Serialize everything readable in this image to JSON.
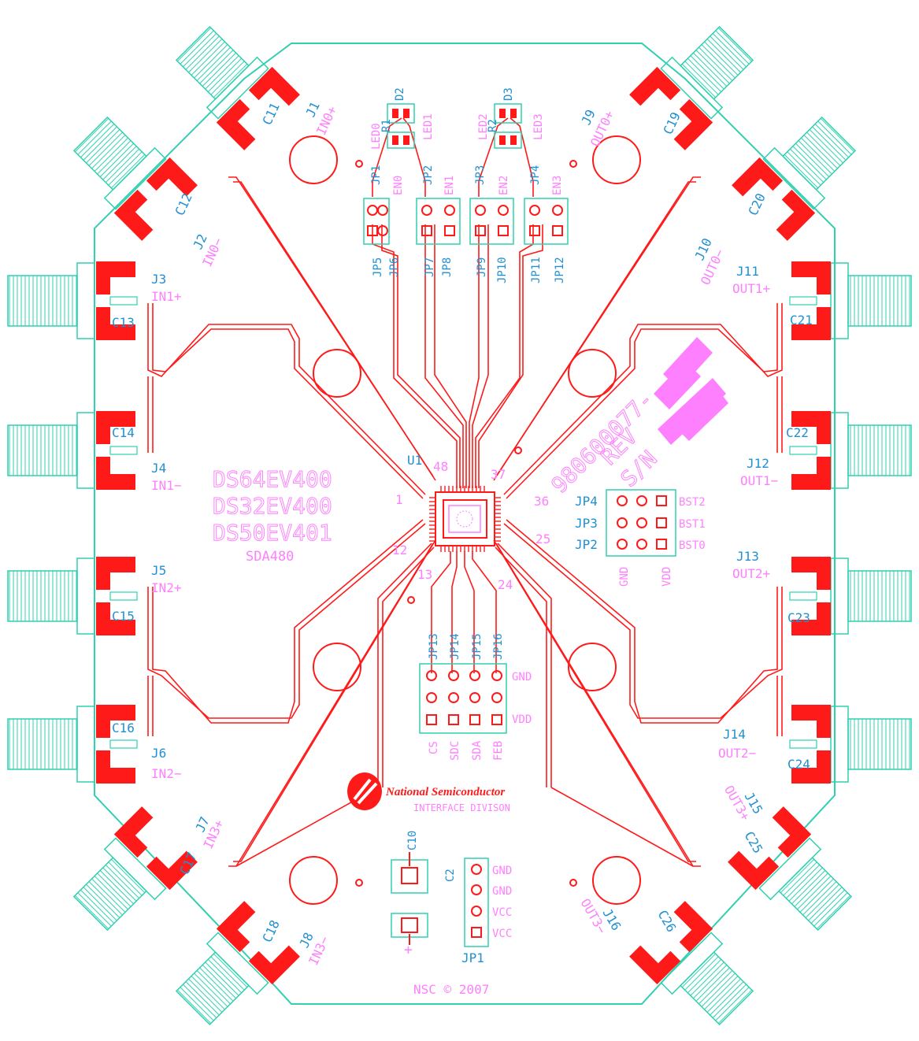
{
  "part_numbers": [
    "DS64EV400",
    "DS32EV400",
    "DS50EV401"
  ],
  "sda_label": "SDA480",
  "u1_label": "U1",
  "pin_numbers": [
    "48",
    "37",
    "1",
    "36",
    "12",
    "25",
    "13",
    "24"
  ],
  "serial_text": "980600077-",
  "rev_text": "REV",
  "sn_text": "S/N",
  "company_name": "National Semiconductor",
  "division": "INTERFACE DIVISON",
  "copyright": "NSC © 2007",
  "left_connectors": [
    {
      "ref": "J3",
      "net": "IN1+",
      "cap": "C13"
    },
    {
      "ref": "J4",
      "net": "IN1−",
      "cap": "C14"
    },
    {
      "ref": "J5",
      "net": "IN2+",
      "cap": "C15"
    },
    {
      "ref": "J6",
      "net": "IN2−",
      "cap": "C16"
    }
  ],
  "right_connectors": [
    {
      "ref": "J11",
      "net": "OUT1+",
      "cap": "C21"
    },
    {
      "ref": "J12",
      "net": "OUT1−",
      "cap": "C22"
    },
    {
      "ref": "J13",
      "net": "OUT2+",
      "cap": "C23"
    },
    {
      "ref": "J14",
      "net": "OUT2−",
      "cap": "C24"
    }
  ],
  "corner_connectors": [
    {
      "ref": "J1",
      "net": "IN0+",
      "cap": "C11"
    },
    {
      "ref": "J2",
      "net": "IN0−",
      "cap": "C12"
    },
    {
      "ref": "J7",
      "net": "IN3+",
      "cap": "C17"
    },
    {
      "ref": "J8",
      "net": "IN3−",
      "cap": "C18"
    },
    {
      "ref": "J9",
      "net": "OUT0+",
      "cap": "C19"
    },
    {
      "ref": "J10",
      "net": "OUT0−",
      "cap": "C20"
    },
    {
      "ref": "J15",
      "net": "OUT3+",
      "cap": "C25"
    },
    {
      "ref": "J16",
      "net": "OUT3−",
      "cap": "C26"
    }
  ],
  "top_leds": [
    "D2",
    "D3"
  ],
  "top_resistors": [
    "R1",
    "R2"
  ],
  "top_led_nets": [
    "LED0",
    "LED1",
    "LED2",
    "LED3"
  ],
  "top_jumpers_upper": [
    "JP1",
    "JP2",
    "JP3",
    "JP4"
  ],
  "top_enable_nets": [
    "EN0",
    "EN1",
    "EN2",
    "EN3"
  ],
  "top_jumpers_lower": [
    "JP5",
    "JP6",
    "JP7",
    "JP8",
    "JP9",
    "JP10",
    "JP11",
    "JP12"
  ],
  "boost_jumpers": [
    {
      "ref": "JP4",
      "net": "BST2"
    },
    {
      "ref": "JP3",
      "net": "BST1"
    },
    {
      "ref": "JP2",
      "net": "BST0"
    }
  ],
  "boost_gnd": "GND",
  "boost_vdd": "VDD",
  "smbus_jumpers": [
    "JP13",
    "JP14",
    "JP15",
    "JP16"
  ],
  "smbus_nets": [
    "CS",
    "SDC",
    "SDA",
    "FEB"
  ],
  "smbus_gnd": "GND",
  "smbus_vdd": "VDD",
  "caps_bottom": [
    "C10",
    "C2"
  ],
  "power_header": {
    "ref": "JP1",
    "pins": [
      "GND",
      "GND",
      "VCC",
      "VCC"
    ]
  },
  "plus_sign": "+",
  "colors": {
    "copper": "#ff1a1a",
    "silkscreen": "#ff80ff",
    "outline": "#30d0b0",
    "refdes": "#2090d0"
  }
}
